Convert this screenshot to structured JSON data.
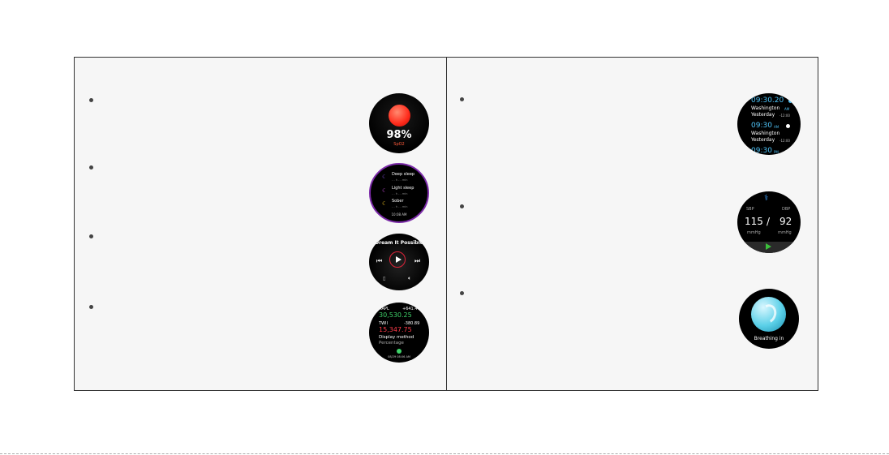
{
  "spo2": {
    "value": "98%",
    "label": "SpO2",
    "accent": "#ff3b2f"
  },
  "sleep": {
    "entries": [
      {
        "label": "Deep sleep",
        "sub": "- - h - - min",
        "color": "#7b4bd6"
      },
      {
        "label": "Light sleep",
        "sub": "- - h - - min",
        "color": "#c14bd6"
      },
      {
        "label": "Sober",
        "sub": "- - h - - min",
        "color": "#f2c521"
      }
    ],
    "time": "10:08 AM",
    "ring_color": "#7b2aa8"
  },
  "music": {
    "title": "Dream It Possible",
    "accent": "#e0243a"
  },
  "stocks": {
    "rows": [
      {
        "symbol": "AAPL",
        "change": "+641.47",
        "price": "30,530.25",
        "color": "#3fd26a"
      },
      {
        "symbol": "TWII",
        "change": "-380.89",
        "price": "15,347.75",
        "color": "#ff3b4a"
      }
    ],
    "method_label": "Display method",
    "method_value": "Percentage",
    "footer": "08/29 08:06 AM"
  },
  "world_clock": {
    "entries": [
      {
        "time": "09:30.20",
        "ampm": "",
        "city": "Washington",
        "city_suffix": "AM",
        "day": "Yesterday",
        "offset": "-12:00"
      },
      {
        "time": "09:30",
        "ampm": "AM",
        "city": "Washington",
        "city_suffix": "",
        "day": "Yesterday",
        "offset": "-12:00"
      },
      {
        "time": "09:30",
        "ampm": "PM",
        "city": "",
        "city_suffix": "",
        "day": "",
        "offset": ""
      }
    ],
    "accent": "#4fc3f7"
  },
  "blood_pressure": {
    "sbp_label": "SBP",
    "dbp_label": "DBP",
    "sbp": "115",
    "separator": "/",
    "dbp": "92",
    "unit_left": "mmHg",
    "unit_right": "mmHg",
    "accent": "#3aa0ff",
    "play_color": "#3bbf3b"
  },
  "breathing": {
    "label": "Breathing in",
    "accent": "#5bd0e8"
  }
}
